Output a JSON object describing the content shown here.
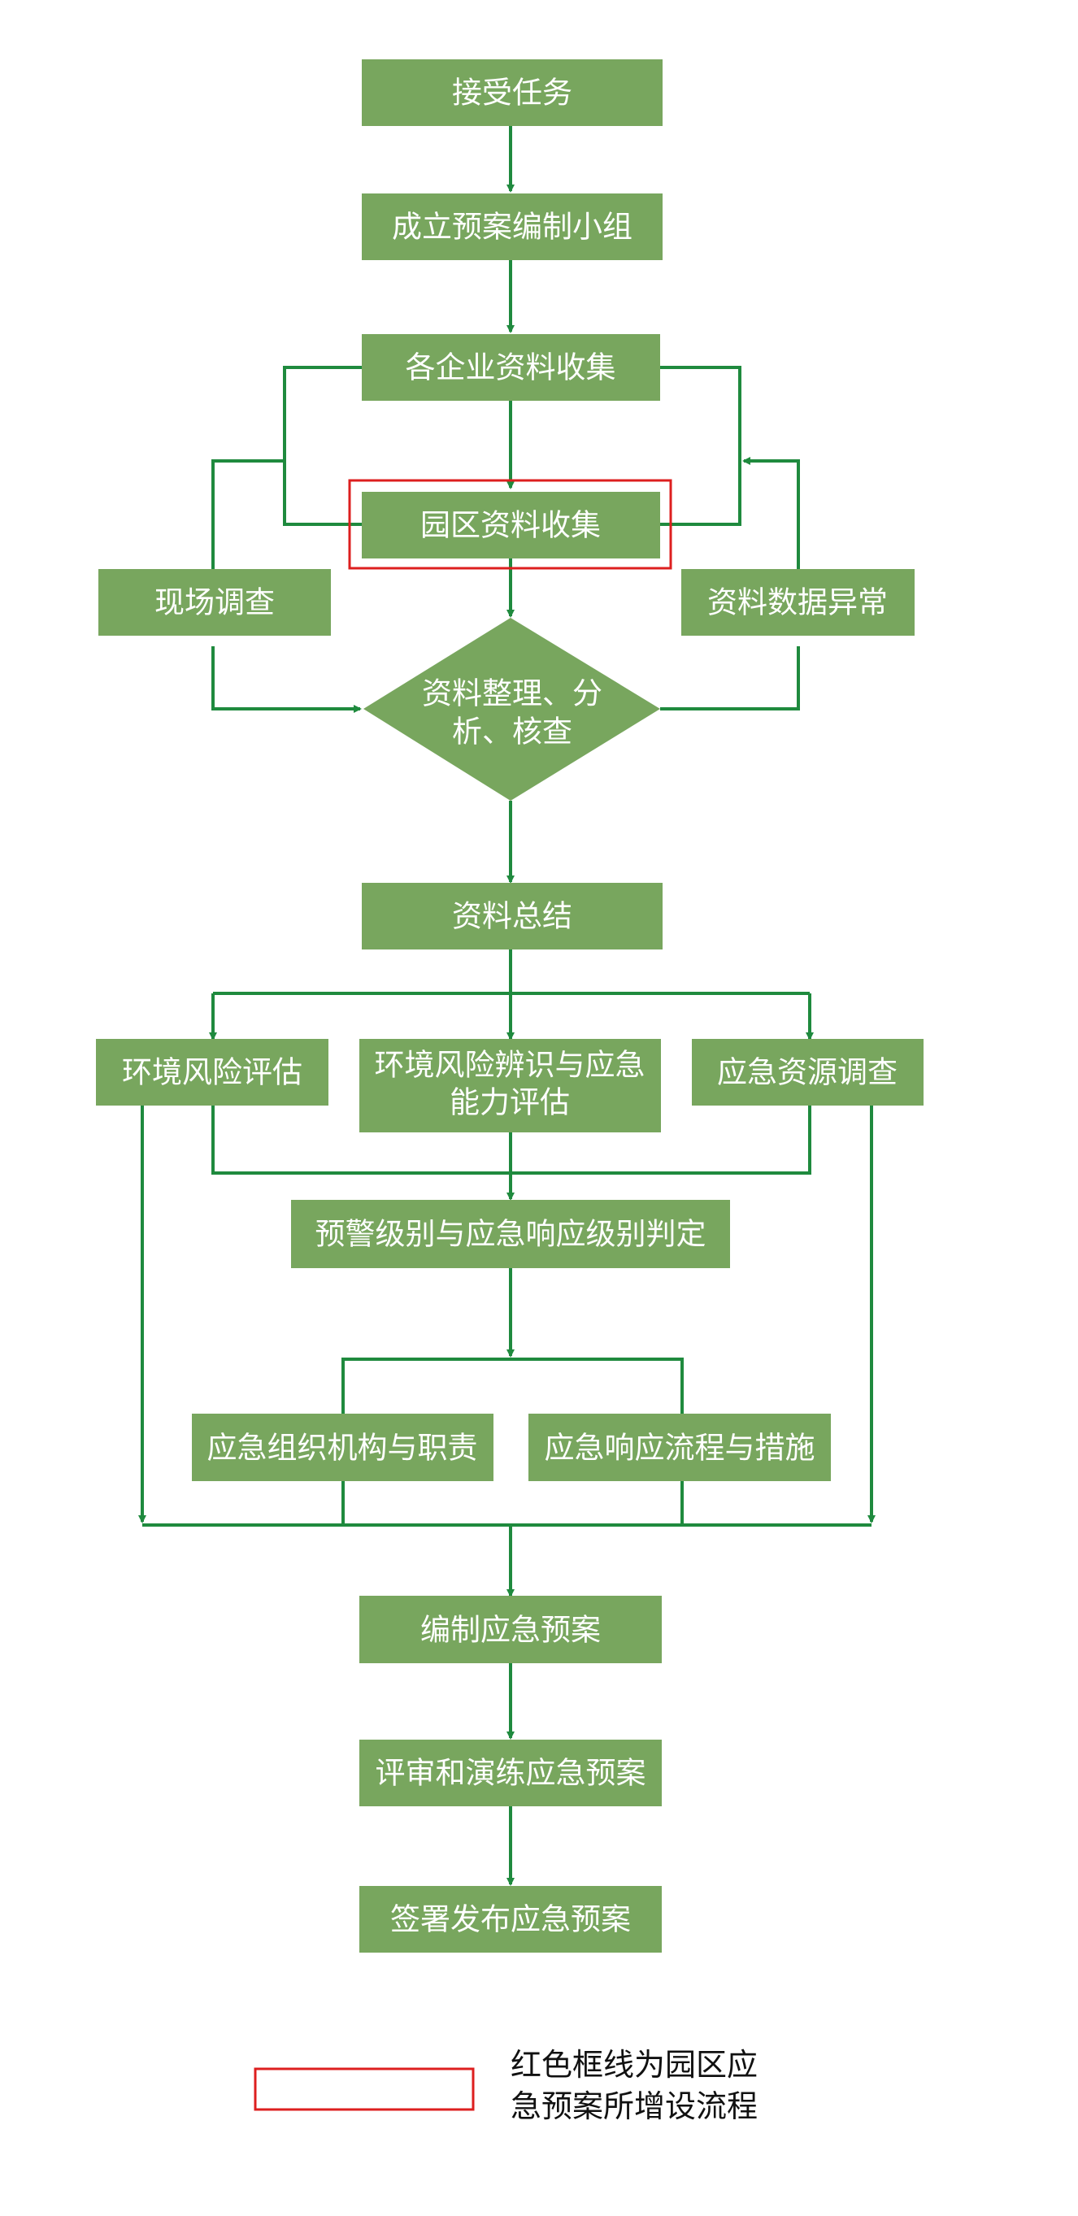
{
  "colors": {
    "node_fill": "#78a65e",
    "connector": "#1f8a3e",
    "highlight": "#dd1f1f",
    "node_text": "#ffffff",
    "legend_text": "#111111"
  },
  "nodes": {
    "accept_task": "接受任务",
    "form_team": "成立预案编制小组",
    "collect_company": "各企业资料收集",
    "collect_park": "园区资料收集",
    "site_survey": "现场调查",
    "data_anomaly": "资料数据异常",
    "organize_line1": "资料整理、分",
    "organize_line2": "析、核查",
    "summary": "资料总结",
    "env_risk_assess": "环境风险评估",
    "risk_identify_line1": "环境风险辨识与应急",
    "risk_identify_line2": "能力评估",
    "resource_survey": "应急资源调查",
    "warning_level": "预警级别与应急响应级别判定",
    "org_duties": "应急组织机构与职责",
    "response_process": "应急响应流程与措施",
    "compile_plan": "编制应急预案",
    "review_plan": "评审和演练应急预案",
    "publish_plan": "签署发布应急预案"
  },
  "legend": {
    "line1": "红色框线为园区应",
    "line2": "急预案所增设流程"
  }
}
